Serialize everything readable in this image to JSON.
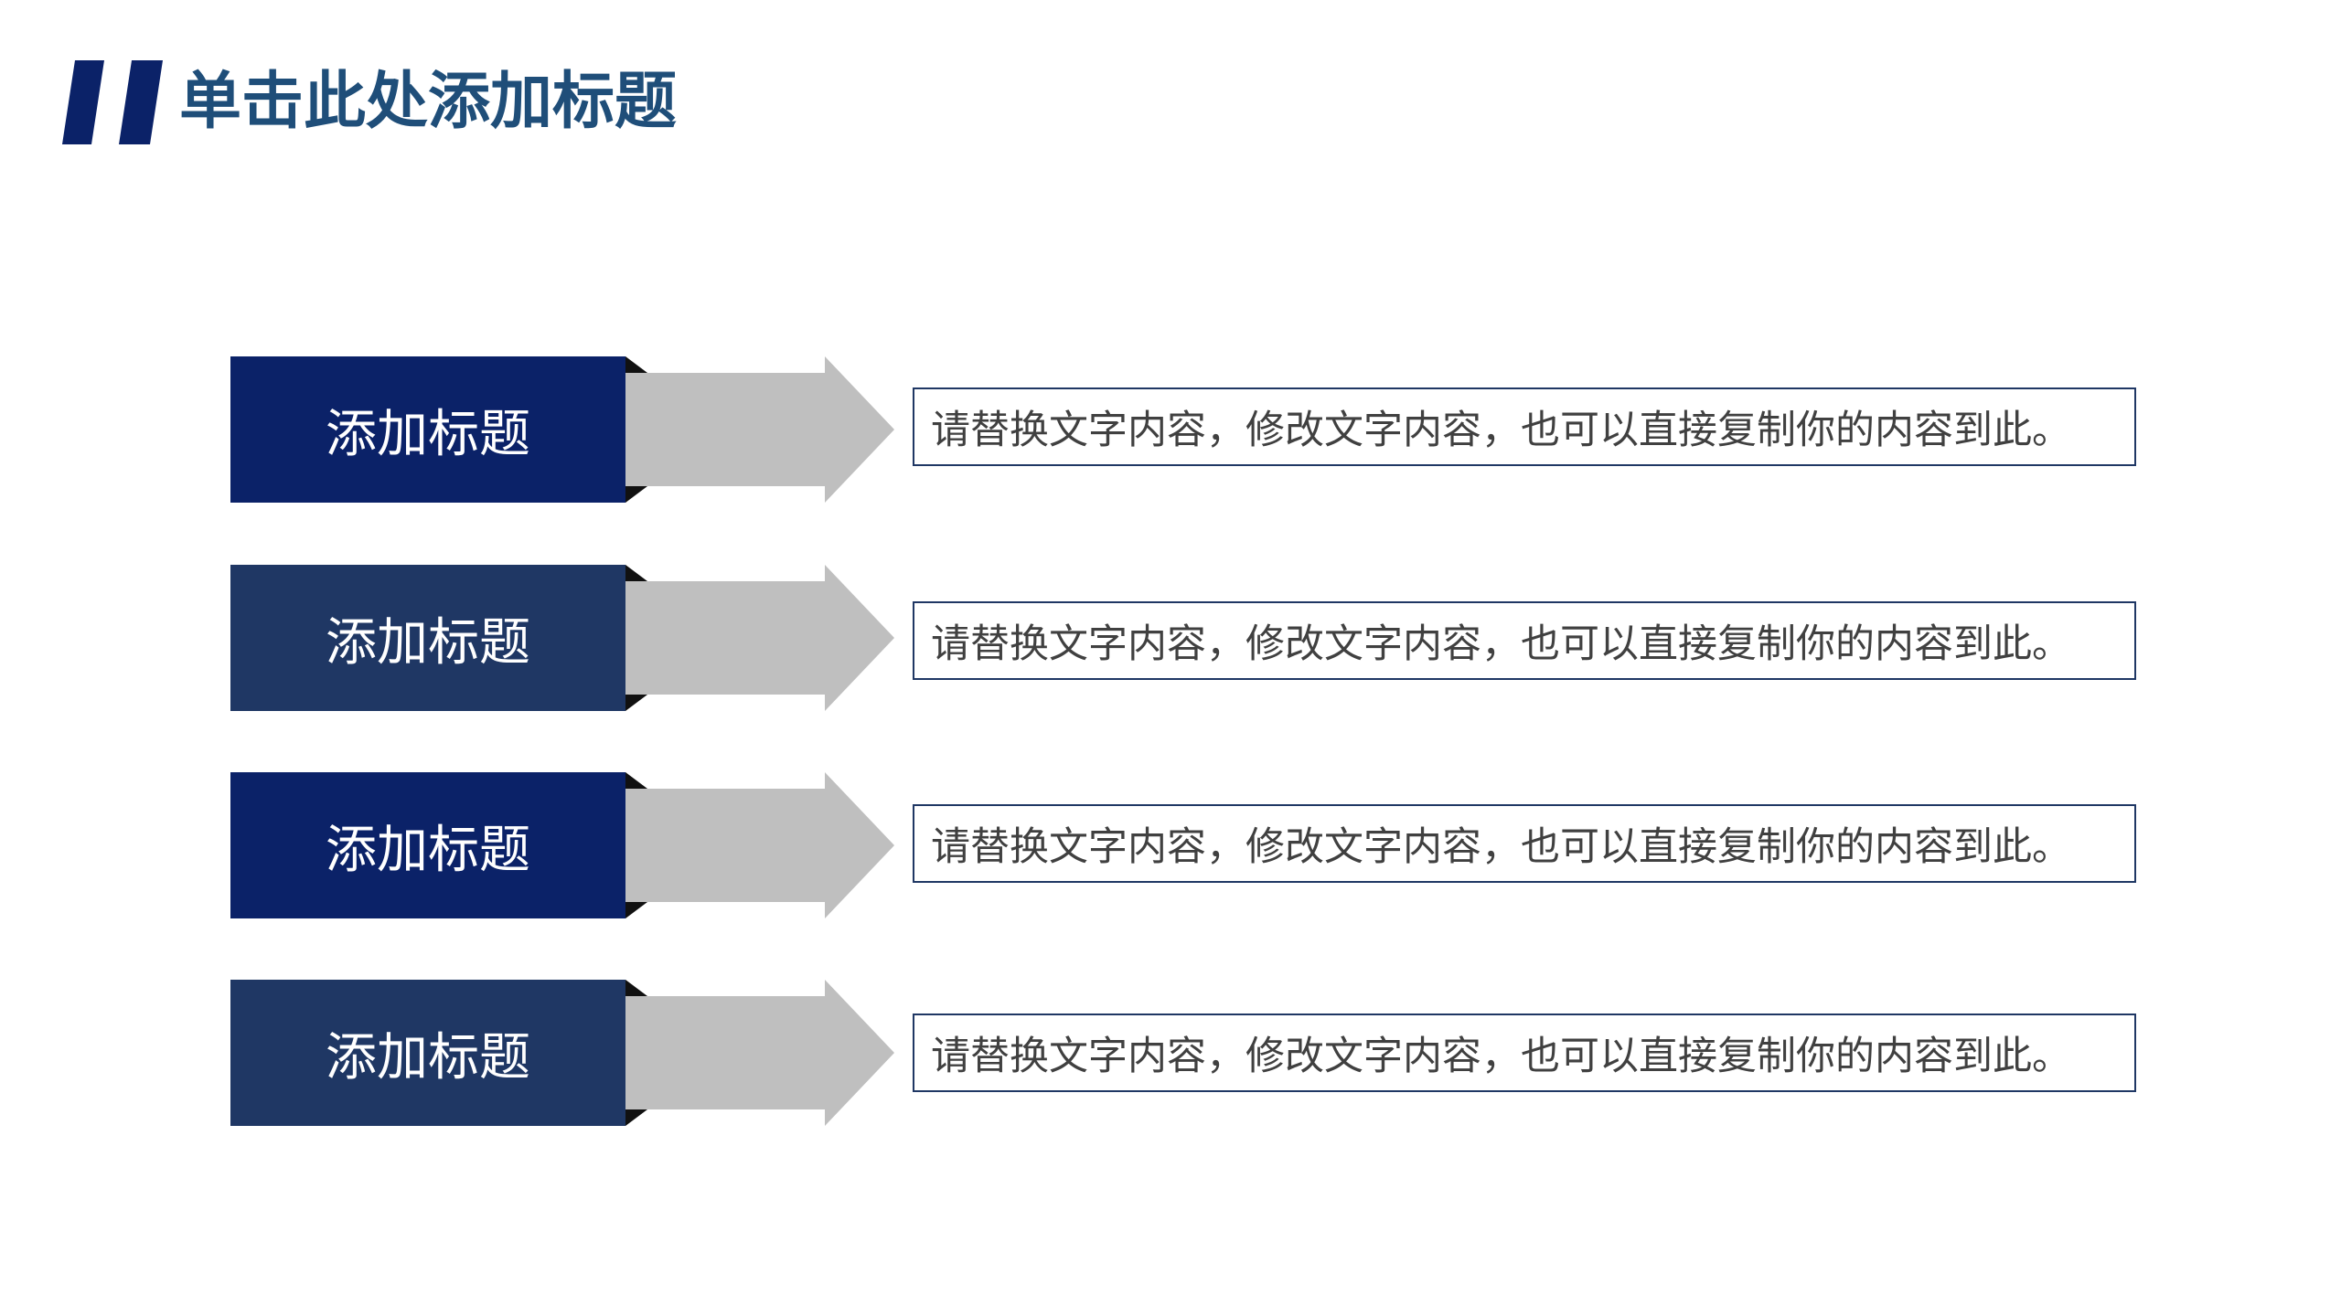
{
  "slide": {
    "title": "单击此处添加标题",
    "title_color": "#1f4e79",
    "accent_color": "#0b2268",
    "rows": [
      {
        "label": "添加标题",
        "text": "请替换文字内容，修改文字内容，也可以直接复制你的内容到此。",
        "box_color": "#0b2268"
      },
      {
        "label": "添加标题",
        "text": "请替换文字内容，修改文字内容，也可以直接复制你的内容到此。",
        "box_color": "#1f3764"
      },
      {
        "label": "添加标题",
        "text": "请替换文字内容，修改文字内容，也可以直接复制你的内容到此。",
        "box_color": "#0b2268"
      },
      {
        "label": "添加标题",
        "text": "请替换文字内容，修改文字内容，也可以直接复制你的内容到此。",
        "box_color": "#1f3764"
      }
    ],
    "arrow_color": "#bfbfbf",
    "arrow_shadow_color": "#111111"
  }
}
